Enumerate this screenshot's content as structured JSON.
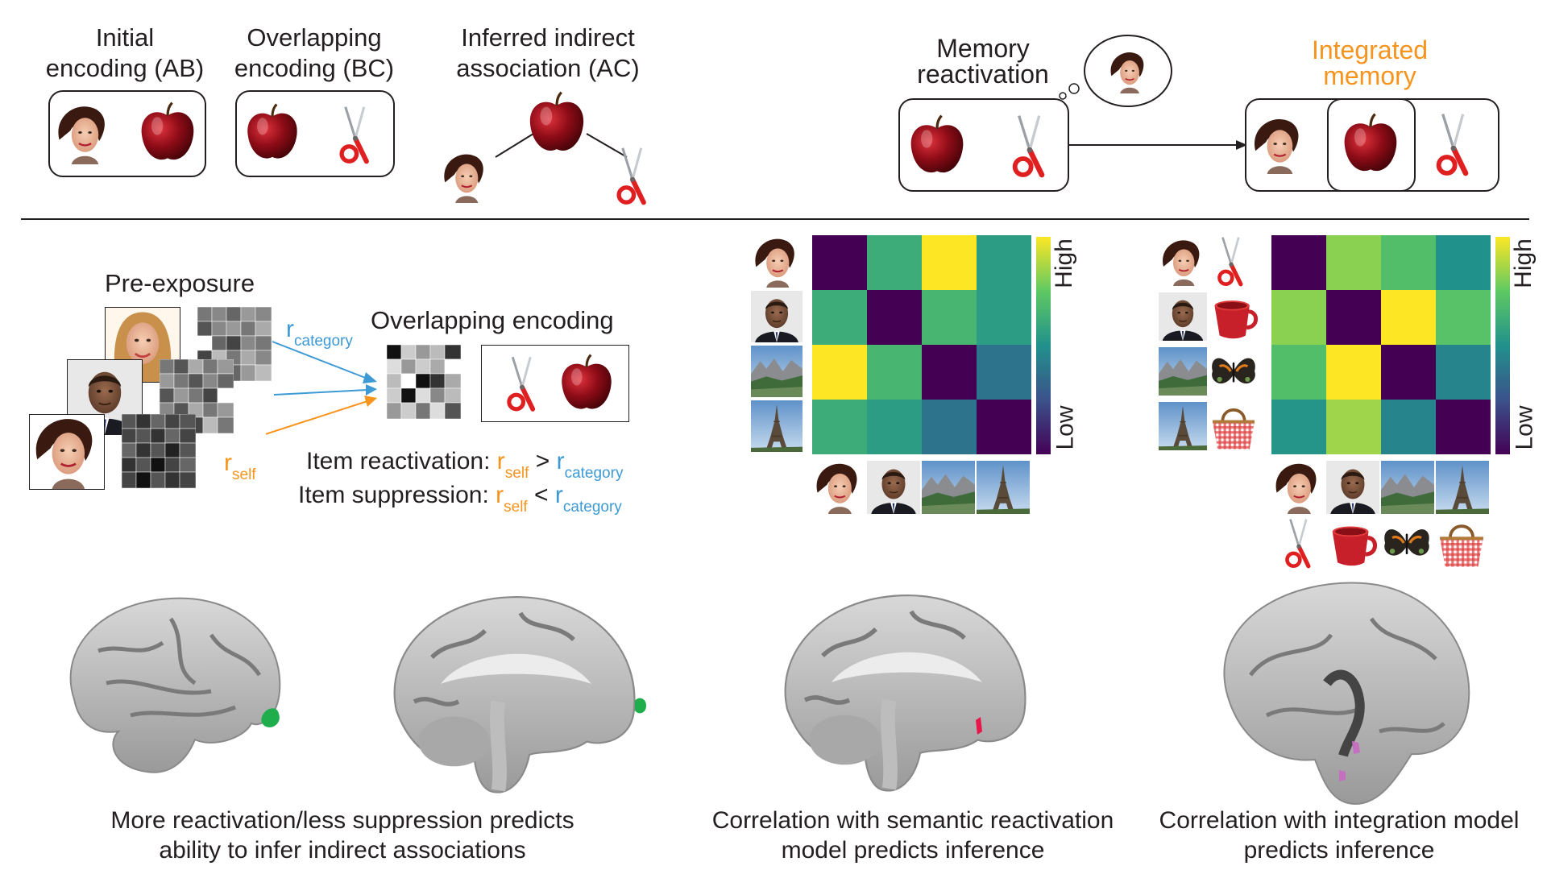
{
  "top": {
    "ab_label_l1": "Initial",
    "ab_label_l2": "encoding (AB)",
    "bc_label_l1": "Overlapping",
    "bc_label_l2": "encoding (BC)",
    "ac_label_l1": "Inferred indirect",
    "ac_label_l2": "association (AC)",
    "memory_l1": "Memory",
    "memory_l2": "reactivation",
    "integrated_l1": "Integrated",
    "integrated_l2": "memory"
  },
  "left_panel": {
    "pre_exposure": "Pre-exposure",
    "overlapping_encoding": "Overlapping encoding",
    "r": "r",
    "sub_category": "category",
    "sub_self": "self",
    "item_reactivation": "Item reactivation:",
    "item_suppression": "Item suppression:",
    "gt": ">",
    "lt": "<"
  },
  "matrices": {
    "high_label": "High",
    "low_label": "Low",
    "semantic_matrix": [
      [
        0.0,
        0.62,
        1.0,
        0.55
      ],
      [
        0.62,
        0.0,
        0.66,
        0.55
      ],
      [
        1.0,
        0.66,
        0.0,
        0.38
      ],
      [
        0.62,
        0.55,
        0.38,
        0.0
      ]
    ],
    "integration_matrix": [
      [
        0.0,
        0.82,
        0.7,
        0.5
      ],
      [
        0.82,
        0.0,
        1.0,
        0.72
      ],
      [
        0.7,
        1.0,
        0.0,
        0.45
      ],
      [
        0.52,
        0.85,
        0.45,
        0.0
      ]
    ]
  },
  "captions": {
    "c1_l1": "More reactivation/less suppression predicts",
    "c1_l2": "ability to infer indirect associations",
    "c2_l1": "Correlation with semantic reactivation",
    "c2_l2": "model predicts inference",
    "c3_l1": "Correlation with integration model",
    "c3_l2": "predicts inference"
  },
  "colors": {
    "orange": "#f7941d",
    "blue": "#3d9ad5",
    "green_cluster": "#1fae4b",
    "red_cluster": "#e8174a",
    "purple_cluster": "#c56fc0"
  }
}
